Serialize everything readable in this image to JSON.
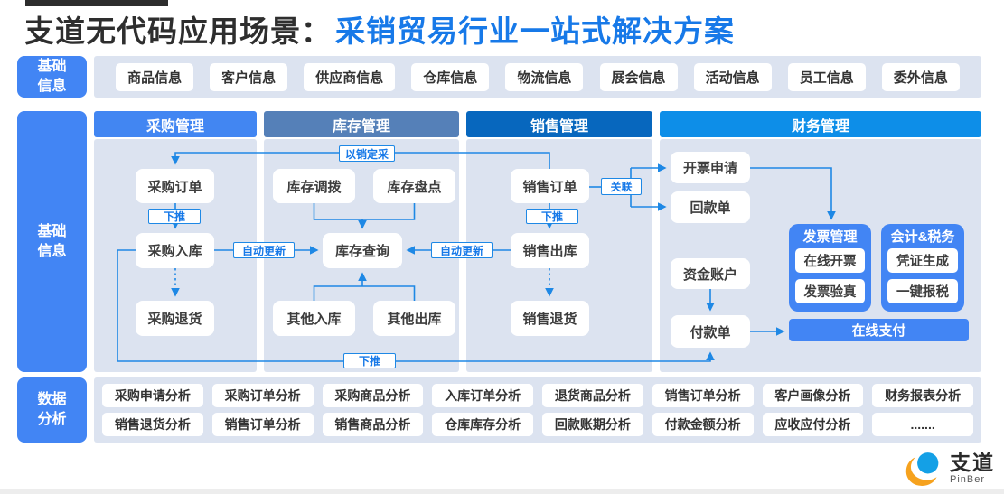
{
  "title": {
    "prefix": "支道无代码应用场景：",
    "highlight": "采销贸易行业一站式解决方案"
  },
  "colors": {
    "accent_blue": "#4285f4",
    "title_highlight": "#1779e8",
    "header_purchase": "#4286f2",
    "header_inventory": "#5580b8",
    "header_sales": "#0767be",
    "header_finance": "#0d8ee8",
    "connector_blue": "#1e88e5",
    "panel_bg": "#dce3f0"
  },
  "basic_info": {
    "label": "基础信息",
    "items": [
      "商品信息",
      "客户信息",
      "供应商信息",
      "仓库信息",
      "物流信息",
      "展会信息",
      "活动信息",
      "员工信息",
      "委外信息"
    ]
  },
  "process": {
    "label": "基础信息",
    "columns": [
      {
        "header": "采购管理"
      },
      {
        "header": "库存管理"
      },
      {
        "header": "销售管理"
      },
      {
        "header": "财务管理"
      }
    ],
    "nodes": {
      "purchase_order": "采购订单",
      "purchase_inbound": "采购入库",
      "purchase_return": "采购退货",
      "inventory_transfer": "库存调拨",
      "inventory_count": "库存盘点",
      "inventory_query": "库存查询",
      "other_inbound": "其他入库",
      "other_outbound": "其他出库",
      "sales_order": "销售订单",
      "sales_outbound": "销售出库",
      "sales_return": "销售退货",
      "invoice_request": "开票申请",
      "receipt_doc": "回款单",
      "capital_account": "资金账户",
      "payment_doc": "付款单",
      "invoice_group_title": "发票管理",
      "online_invoicing": "在线开票",
      "invoice_verify": "发票验真",
      "accounting_group_title": "会计&税务",
      "voucher_generate": "凭证生成",
      "one_click_tax": "一键报税",
      "online_payment": "在线支付"
    },
    "connectors": {
      "pull_down": "下推",
      "auto_update": "自动更新",
      "sales_driven_purchase": "以销定采",
      "link": "关联"
    }
  },
  "analytics": {
    "label": "数据分析",
    "rows": [
      [
        "采购申请分析",
        "采购订单分析",
        "采购商品分析",
        "入库订单分析",
        "退货商品分析",
        "销售订单分析",
        "客户画像分析",
        "财务报表分析"
      ],
      [
        "销售退货分析",
        "销售订单分析",
        "销售商品分析",
        "仓库库存分析",
        "回款账期分析",
        "付款金额分析",
        "应收应付分析",
        "......."
      ]
    ]
  },
  "logo": {
    "name": "支道",
    "subtitle": "PinBer"
  }
}
